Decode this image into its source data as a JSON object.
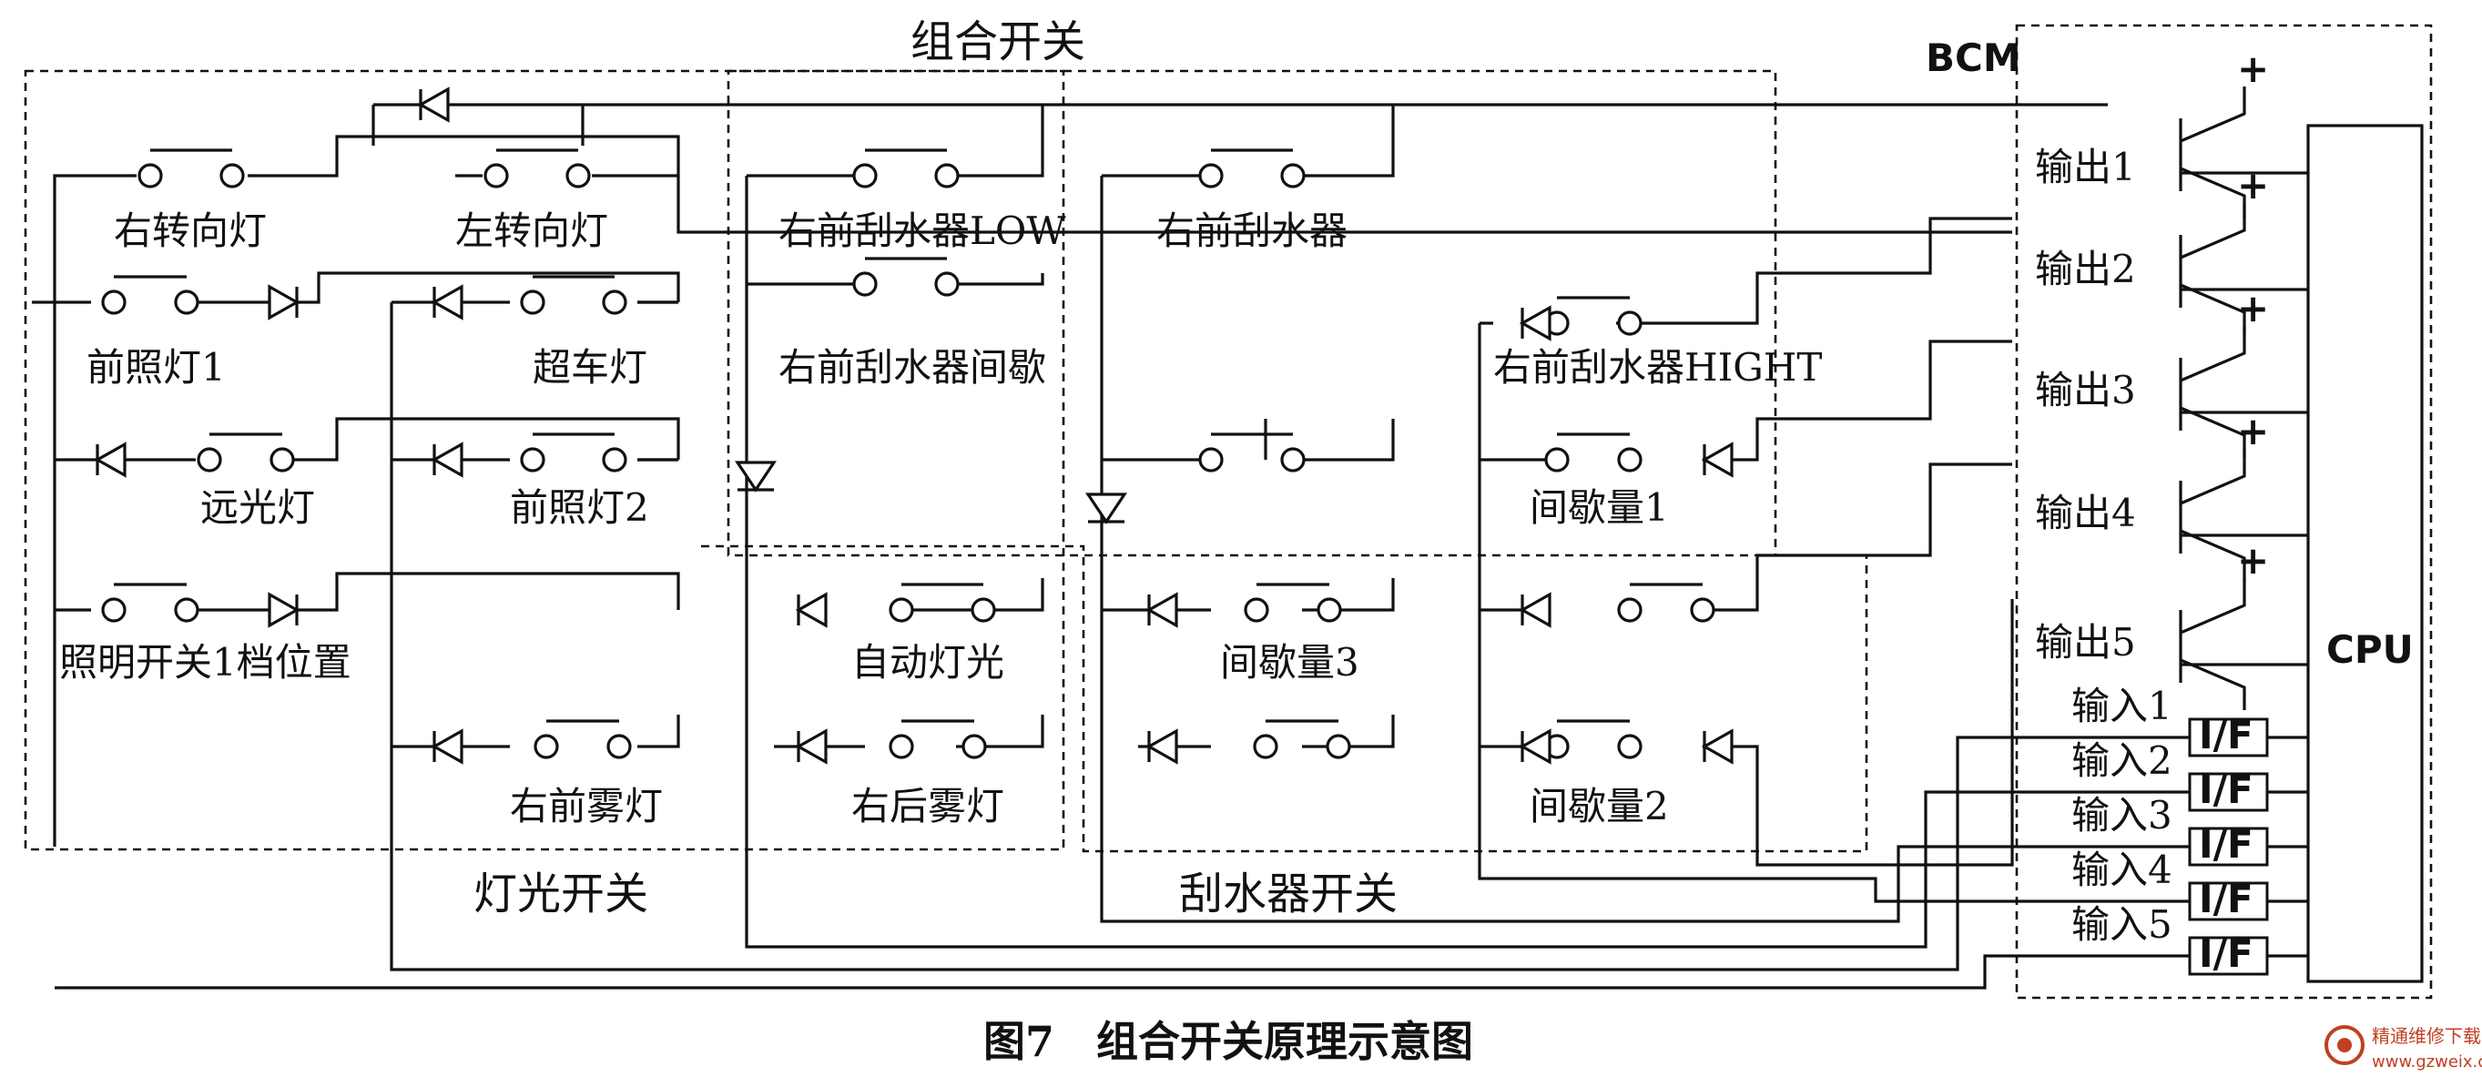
{
  "labels": {
    "zuhe": "组合开关",
    "dengguang": "灯光开关",
    "gua": "刮水器开关",
    "bcm": "BCM",
    "cpu": "CPU",
    "caption": "图7　组合开关原理示意图",
    "watermark_cn": "精通维修下载",
    "watermark_url": "www.gzweix.com"
  },
  "switches": {
    "rturn": "右转向灯",
    "lturn": "左转向灯",
    "head1": "前照灯1",
    "overtake": "超车灯",
    "farlight": "远光灯",
    "head2": "前照灯2",
    "illum1": "照明开关1档位置",
    "rfog": "右前雾灯",
    "wlow": "右前刮水器LOW",
    "wiper": "右前刮水器",
    "wint": "右前刮水器间歇",
    "whigh": "右前刮水器HIGHT",
    "int1": "间歇量1",
    "autolight": "自动灯光",
    "int3": "间歇量3",
    "rrfog": "右后雾灯",
    "int2": "间歇量2"
  },
  "outputs": [
    "输出1",
    "输出2",
    "输出3",
    "输出4",
    "输出5"
  ],
  "inputs": [
    "输入1",
    "输入2",
    "输入3",
    "输入4",
    "输入5"
  ],
  "if_label": "I/F",
  "plus": "+"
}
